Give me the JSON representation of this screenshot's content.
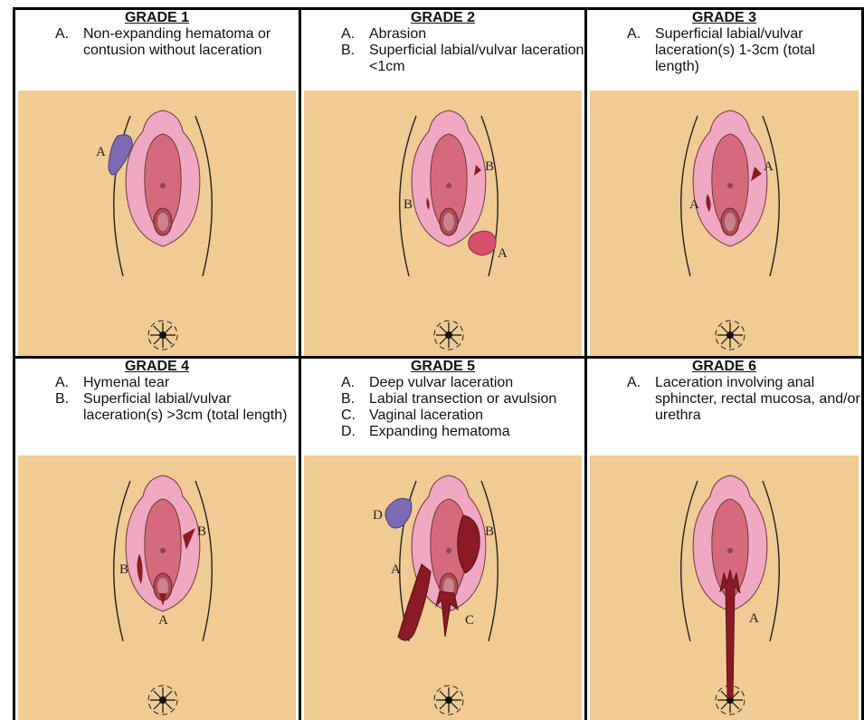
{
  "colors": {
    "background": "#f0cb94",
    "outer_labia": "#f0a9c2",
    "inner_labia": "#d56a7c",
    "opening": "#b24a57",
    "laceration": "#8b1a24",
    "hematoma_purple": "#7d6ab3",
    "hematoma_red": "#d9506a"
  },
  "panels": [
    {
      "title": "GRADE 1",
      "items": [
        {
          "letter": "A.",
          "text": "Non-expanding hematoma or contusion without laceration"
        }
      ],
      "labels": [
        "A"
      ]
    },
    {
      "title": "GRADE 2",
      "items": [
        {
          "letter": "A.",
          "text": "Abrasion"
        },
        {
          "letter": "B.",
          "text": "Superficial labial/vulvar laceration <1cm"
        }
      ],
      "labels": [
        "B",
        "B",
        "A"
      ]
    },
    {
      "title": "GRADE 3",
      "items": [
        {
          "letter": "A.",
          "text": "Superficial labial/vulvar laceration(s) 1-3cm (total length)"
        }
      ],
      "labels": [
        "A",
        "A"
      ]
    },
    {
      "title": "GRADE 4",
      "items": [
        {
          "letter": "A.",
          "text": "Hymenal tear"
        },
        {
          "letter": "B.",
          "text": "Superficial labial/vulvar laceration(s) >3cm (total length)"
        }
      ],
      "labels": [
        "B",
        "B",
        "A"
      ]
    },
    {
      "title": "GRADE 5",
      "items": [
        {
          "letter": "A.",
          "text": "Deep vulvar laceration"
        },
        {
          "letter": "B.",
          "text": "Labial transection or avulsion"
        },
        {
          "letter": "C.",
          "text": "Vaginal laceration"
        },
        {
          "letter": "D.",
          "text": "Expanding hematoma"
        }
      ],
      "labels": [
        "D",
        "B",
        "A",
        "C"
      ]
    },
    {
      "title": "GRADE 6",
      "items": [
        {
          "letter": "A.",
          "text": "Laceration involving anal sphincter, rectal mucosa, and/or urethra"
        }
      ],
      "labels": [
        "A"
      ]
    }
  ]
}
